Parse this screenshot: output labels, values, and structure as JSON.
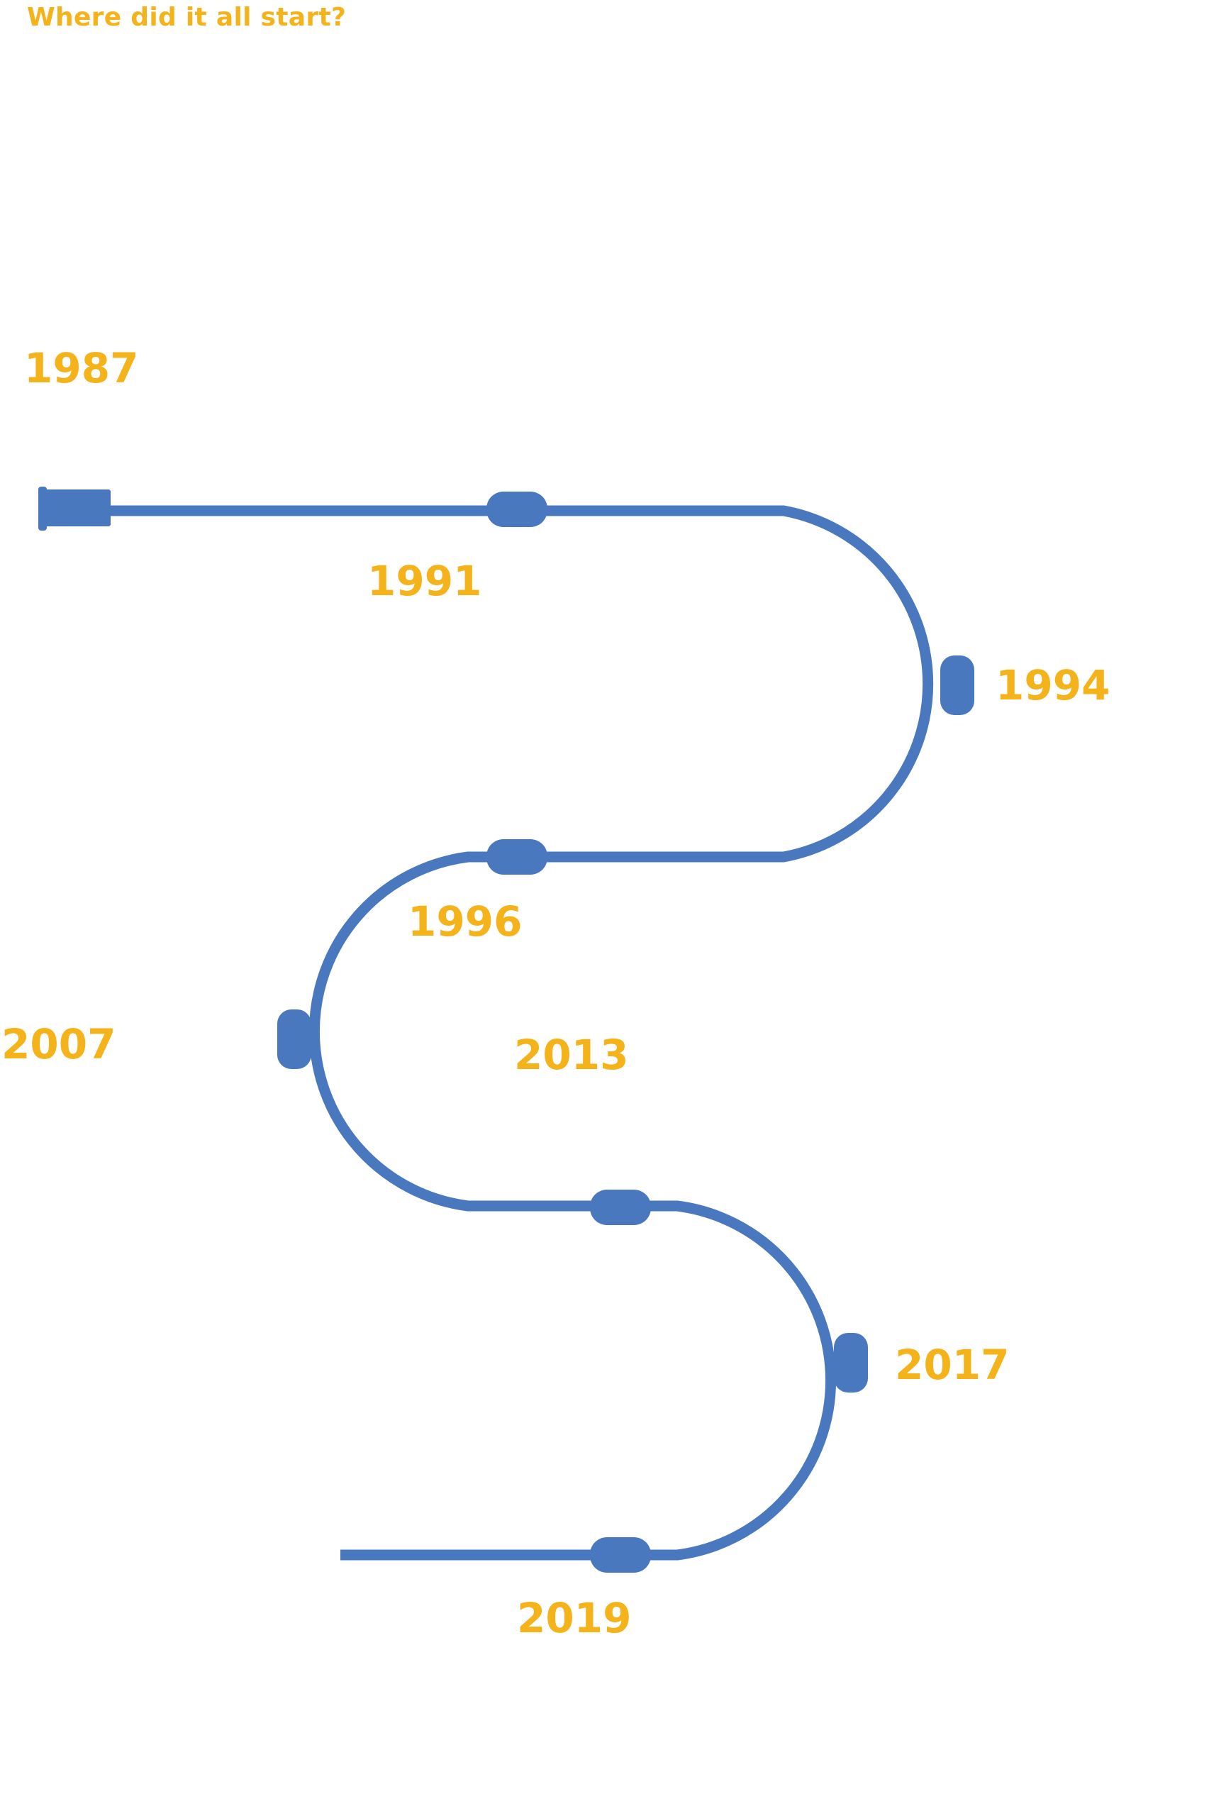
{
  "heading": "Where did it all start?",
  "colors": {
    "accent": "#F5B31B",
    "line": "#4A78BE"
  },
  "milestones": [
    {
      "year": "1987"
    },
    {
      "year": "1991"
    },
    {
      "year": "1994"
    },
    {
      "year": "1996"
    },
    {
      "year": "2007"
    },
    {
      "year": "2013"
    },
    {
      "year": "2017"
    },
    {
      "year": "2019"
    }
  ]
}
